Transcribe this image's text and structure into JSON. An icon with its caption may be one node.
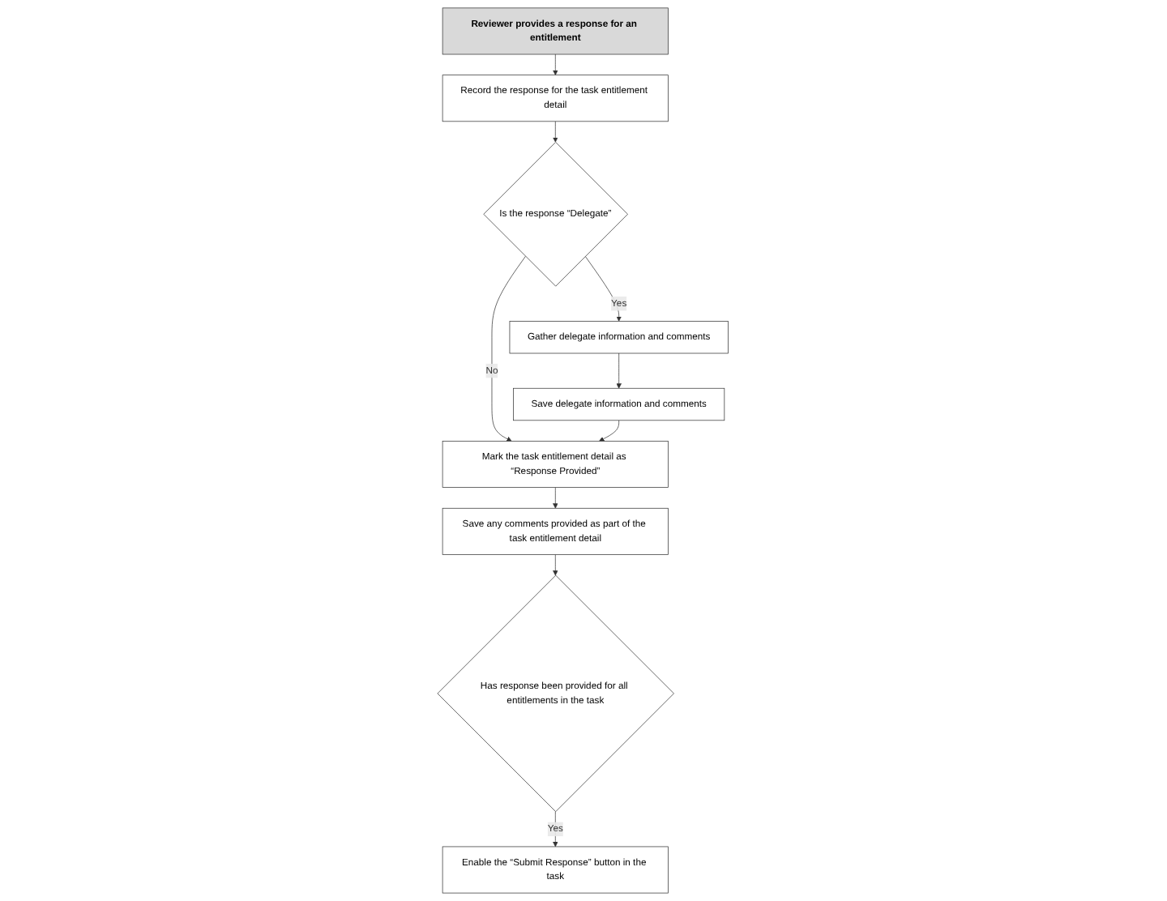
{
  "diagram": {
    "nodes": [
      {
        "text": [
          "Reviewer provides a response for an entitlement"
        ]
      },
      {
        "text": [
          "Record the response for the task entitlement detail"
        ]
      },
      {
        "text": [
          "Is the response “Delegate”"
        ]
      },
      {
        "text": [
          "Gather delegate information and comments"
        ]
      },
      {
        "text": [
          "Save delegate information and comments"
        ]
      },
      {
        "text": [
          "Mark the task entitlement detail as “Response Provided”"
        ]
      },
      {
        "text": [
          "Save any comments provided as part of the task entitlement detail"
        ]
      },
      {
        "text": [
          "Has response been provided for all entitlements in the task"
        ]
      },
      {
        "text": [
          "Enable the “Submit Response” button in the task"
        ]
      }
    ],
    "edges": [
      {
        "from": 0,
        "to": 1,
        "arrow": "to"
      },
      {
        "from": 1,
        "to": 2,
        "arrow": "to"
      },
      {
        "from": 2,
        "to": 3,
        "arrow": "to",
        "label": "Yes"
      },
      {
        "from": 3,
        "to": 4,
        "arrow": "to"
      },
      {
        "from": 2,
        "to": 5,
        "arrow": "to",
        "label": "No"
      },
      {
        "from": 4,
        "to": 5,
        "arrow": "to"
      },
      {
        "from": 5,
        "to": 6,
        "arrow": "to"
      },
      {
        "from": 6,
        "to": 7,
        "arrow": "to"
      },
      {
        "from": 7,
        "to": 8,
        "arrow": "to",
        "label": "Yes"
      }
    ]
  }
}
